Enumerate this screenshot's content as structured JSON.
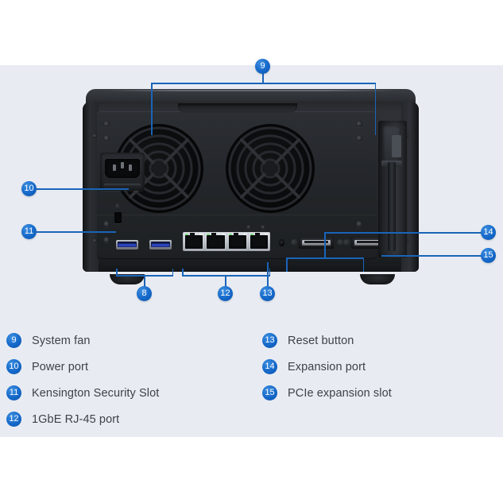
{
  "background": {
    "page_color": "#ffffff",
    "panel_color": "#e8ecf2",
    "accent_blue": "#1468c9",
    "lead_line_color": "#1a64b8"
  },
  "product": {
    "view": "rear-panel",
    "chassis_color": "#2a2d31",
    "fan_count": 2,
    "usb_port_count": 2,
    "lan_port_count": 4,
    "esata_port_count": 2
  },
  "callouts": [
    {
      "number": "9",
      "target": "system-fan-area"
    },
    {
      "number": "10",
      "target": "power-port"
    },
    {
      "number": "11",
      "target": "kensington-security-slot"
    },
    {
      "number": "8",
      "target": "usb-ports"
    },
    {
      "number": "12",
      "target": "1gbe-rj45-ports"
    },
    {
      "number": "13",
      "target": "reset-button"
    },
    {
      "number": "14",
      "target": "expansion-ports"
    },
    {
      "number": "15",
      "target": "pcie-expansion-slot"
    }
  ],
  "legend": {
    "left_column": [
      {
        "number": "9",
        "label": "System fan"
      },
      {
        "number": "10",
        "label": "Power port"
      },
      {
        "number": "11",
        "label": "Kensington Security Slot"
      },
      {
        "number": "12",
        "label": "1GbE RJ-45 port"
      }
    ],
    "right_column": [
      {
        "number": "13",
        "label": "Reset button"
      },
      {
        "number": "14",
        "label": "Expansion port"
      },
      {
        "number": "15",
        "label": "PCIe expansion slot"
      }
    ]
  }
}
